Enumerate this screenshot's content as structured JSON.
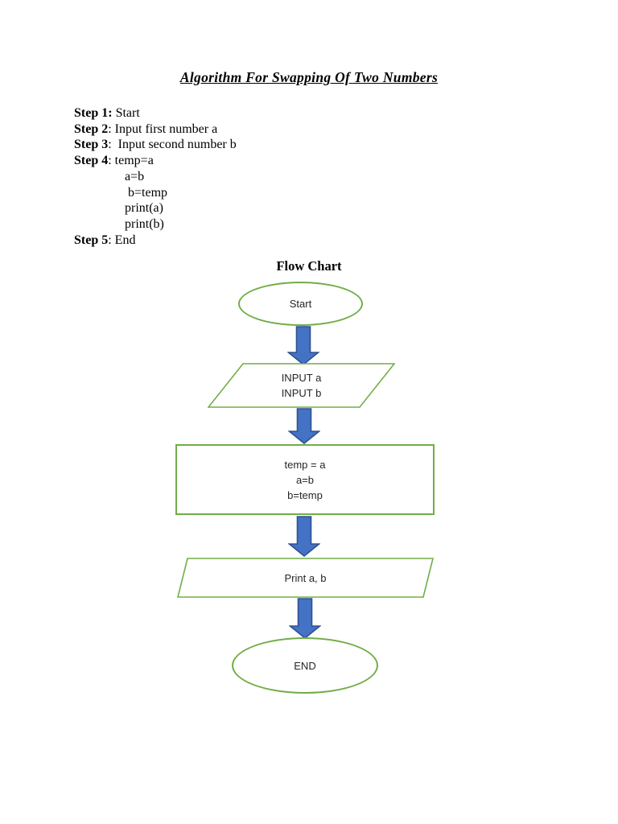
{
  "document": {
    "title": "Algorithm For Swapping Of Two Numbers"
  },
  "algorithm": {
    "steps": [
      {
        "label": "Step 1:",
        "text": " Start"
      },
      {
        "label": "Step 2",
        "text": ": Input first number a"
      },
      {
        "label": "Step 3",
        "text": ":  Input second number b"
      },
      {
        "label": "Step 4",
        "text": ": temp=a"
      },
      {
        "label": "",
        "text": "a=b"
      },
      {
        "label": "",
        "text": " b=temp"
      },
      {
        "label": "",
        "text": "print(a)"
      },
      {
        "label": "",
        "text": "print(b)"
      },
      {
        "label": "Step 5",
        "text": ": End"
      }
    ]
  },
  "flowchart": {
    "heading": "Flow Chart",
    "nodes": {
      "start": {
        "shape": "ellipse",
        "label": "Start"
      },
      "input": {
        "shape": "parallelogram",
        "lines": [
          "INPUT a",
          "INPUT b"
        ]
      },
      "process": {
        "shape": "rectangle",
        "lines": [
          "temp = a",
          "a=b",
          "b=temp"
        ]
      },
      "output": {
        "shape": "parallelogram",
        "label": "Print a, b"
      },
      "end": {
        "shape": "ellipse",
        "label": "END"
      }
    },
    "colors": {
      "shape_stroke": "#70AD47",
      "arrow_fill": "#4472C4",
      "arrow_stroke": "#2F528F",
      "node_text": "#262626"
    }
  }
}
